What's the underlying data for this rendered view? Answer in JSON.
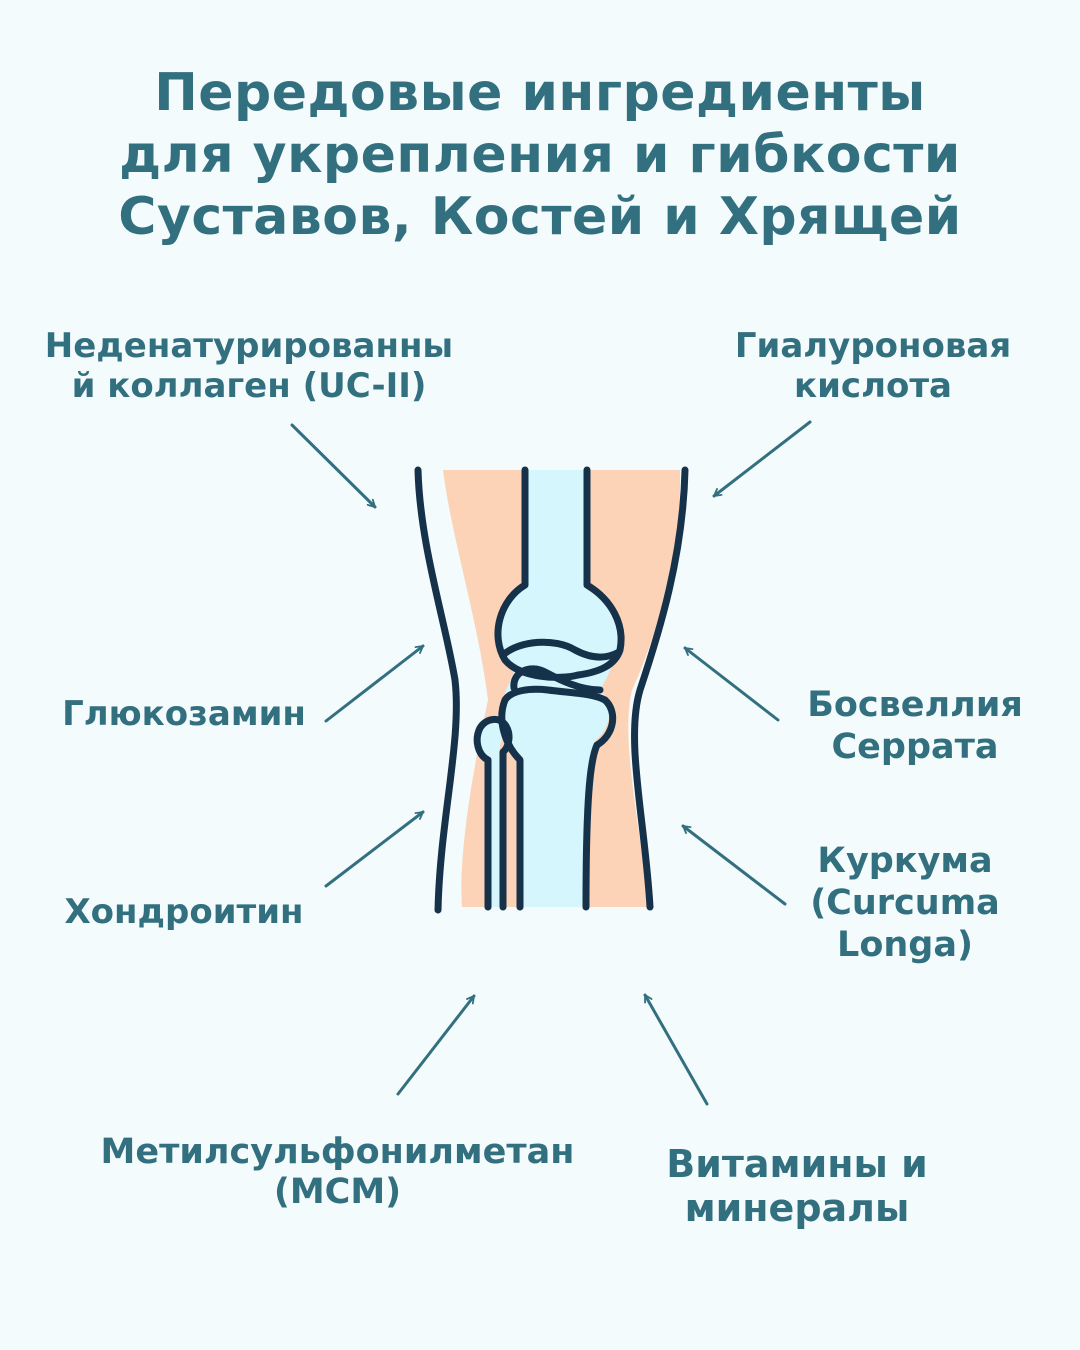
{
  "title": {
    "line1": "Передовые ингредиенты",
    "line2": "для укрепления и гибкости",
    "line3": "Суставов, Костей и Хрящей"
  },
  "labels": {
    "collagen": {
      "line1": "Неденатурированны",
      "line2": "й коллаген (UC-II)"
    },
    "hyaluronic": {
      "line1": "Гиалуроновая",
      "line2": "кислота"
    },
    "glucosamine": {
      "line1": "Глюкозамин"
    },
    "boswellia": {
      "line1": "Босвеллия",
      "line2": "Серрата"
    },
    "chondroitin": {
      "line1": "Хондроитин"
    },
    "curcuma": {
      "line1": "Куркума",
      "line2": "(Curcuma",
      "line3": "Longa)"
    },
    "msm": {
      "line1": "Метилсульфонилметан",
      "line2": "(МСМ)"
    },
    "vitamins": {
      "line1": "Витамины и",
      "line2": "минералы"
    }
  },
  "colors": {
    "background": "#f3fbfd",
    "text": "#33707f",
    "arrow": "#33707f",
    "outline": "#16324a",
    "skin": "#fcd3b6",
    "bone": "#d4f6fc"
  },
  "icons": {
    "knee": "knee-joint-illustration",
    "arrow": "arrow-icon"
  }
}
